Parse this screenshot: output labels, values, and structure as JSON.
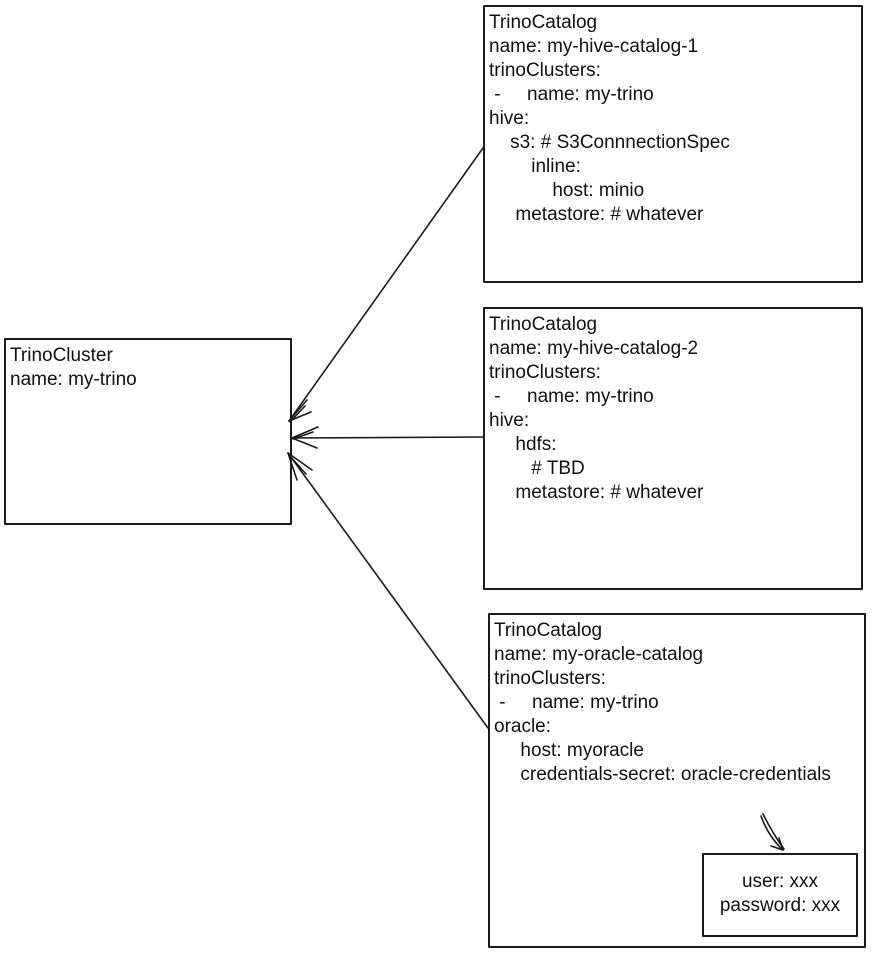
{
  "colors": {
    "stroke": "#1b1b1b",
    "text": "#111111",
    "background": "#ffffff"
  },
  "cluster_box": {
    "lines": [
      "TrinoCluster",
      "name: my-trino"
    ]
  },
  "catalog_boxes": [
    {
      "lines": [
        "TrinoCatalog",
        "name: my-hive-catalog-1",
        "trinoClusters:",
        " -     name: my-trino",
        "hive:",
        "    s3: # S3ConnnectionSpec",
        "        inline:",
        "            host: minio",
        "     metastore: # whatever"
      ]
    },
    {
      "lines": [
        "TrinoCatalog",
        "name: my-hive-catalog-2",
        "trinoClusters:",
        " -     name: my-trino",
        "hive:",
        "     hdfs:",
        "        # TBD",
        "     metastore: # whatever"
      ]
    },
    {
      "lines": [
        "TrinoCatalog",
        "name: my-oracle-catalog",
        "trinoClusters:",
        " -     name: my-trino",
        "oracle:",
        "     host: myoracle",
        "     credentials-secret: oracle-credentials"
      ]
    }
  ],
  "credentials_box": {
    "lines": [
      "user: xxx",
      "password: xxx"
    ]
  }
}
